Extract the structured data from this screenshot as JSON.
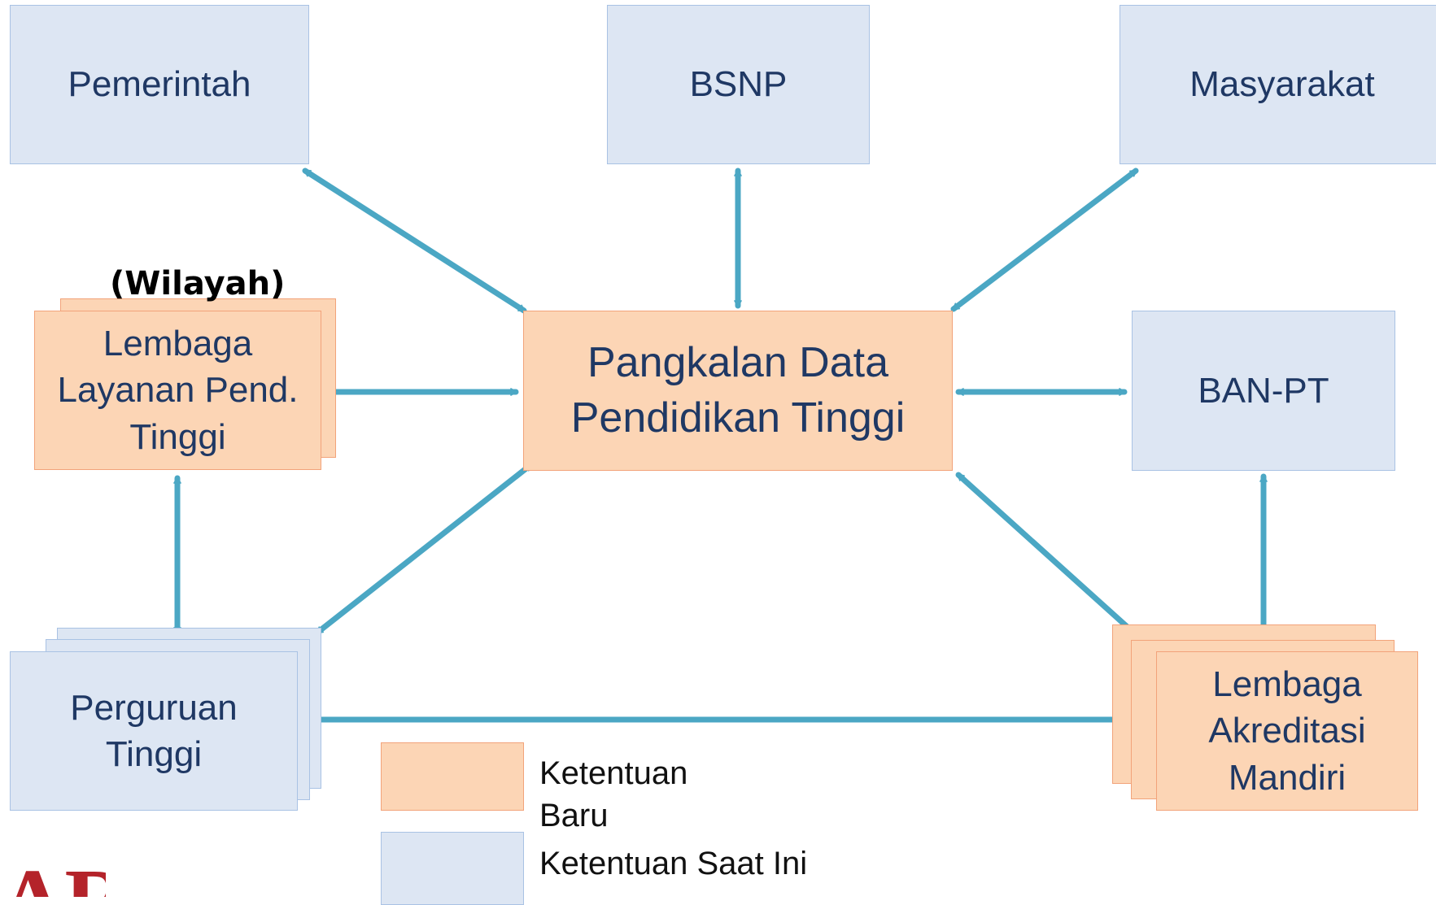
{
  "nodes": {
    "pemerintah": "Pemerintah",
    "bsnp": "BSNP",
    "masyarakat": "Masyarakat",
    "wilayah": "(Wilayah)",
    "lembaga_layanan": "Lembaga Layanan Pend. Tinggi",
    "pddikti": "Pangkalan Data Pendidikan Tinggi",
    "ban_pt": "BAN-PT",
    "perguruan_tinggi": "Perguruan Tinggi",
    "lam": "Lembaga Akreditasi Mandiri"
  },
  "legend": {
    "new_label": "Ketentuan Baru",
    "current_label": "Ketentuan Saat Ini",
    "new_color": "#fcd5b5",
    "current_color": "#dde6f3"
  },
  "arrow_color": "#4ba7c4",
  "logo_fragment": "AR"
}
